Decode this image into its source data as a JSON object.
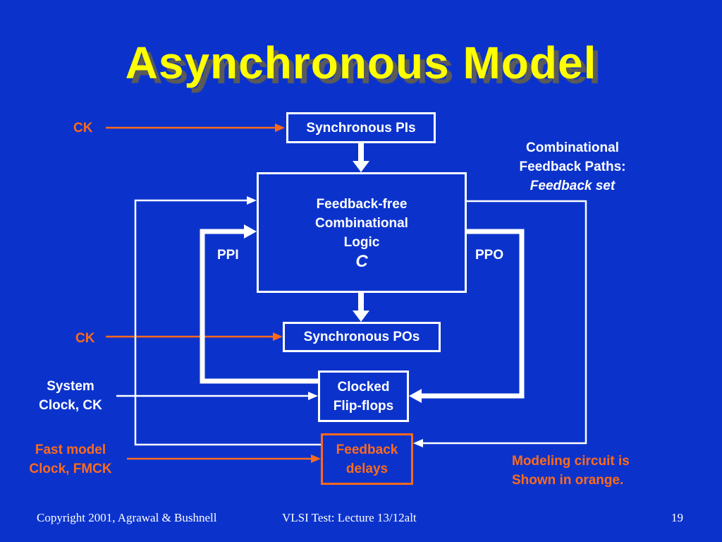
{
  "slide": {
    "title": "Asynchronous Model",
    "blocks": {
      "sync_pis": "Synchronous PIs",
      "logic_line1": "Feedback-free",
      "logic_line2": "Combinational",
      "logic_line3": "Logic",
      "logic_symbol": "C",
      "sync_pos": "Synchronous POs",
      "flipflops_line1": "Clocked",
      "flipflops_line2": "Flip-flops",
      "delays_line1": "Feedback",
      "delays_line2": "delays"
    },
    "labels": {
      "ck_top": "CK",
      "ck_mid": "CK",
      "ppi": "PPI",
      "ppo": "PPO",
      "system_clock_line1": "System",
      "system_clock_line2": "Clock, CK",
      "fast_clock_line1": "Fast model",
      "fast_clock_line2": "Clock, FMCK",
      "feedback_paths_line1": "Combinational",
      "feedback_paths_line2": "Feedback Paths:",
      "feedback_paths_line3": "Feedback set",
      "modeling_note_line1": "Modeling circuit is",
      "modeling_note_line2": "Shown in orange."
    },
    "colors": {
      "background": "#0b33cc",
      "title": "#ffff00",
      "modeling": "#ff6a1a",
      "lines": "#ffffff"
    },
    "footer": {
      "copyright": "Copyright 2001, Agrawal & Bushnell",
      "course": "VLSI Test: Lecture 13/12alt",
      "page_number": "19"
    }
  }
}
